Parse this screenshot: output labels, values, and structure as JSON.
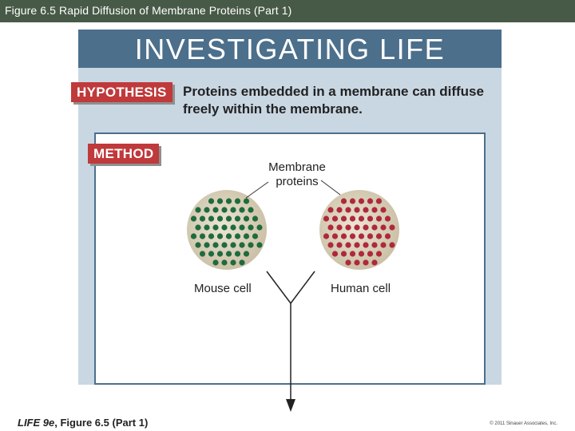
{
  "titlebar": {
    "text": "Figure 6.5  Rapid Diffusion of Membrane Proteins (Part 1)"
  },
  "panel": {
    "title": "INVESTIGATING LIFE",
    "hypothesis_tag": "HYPOTHESIS",
    "hypothesis_text": "Proteins embedded in a membrane can diffuse freely within the membrane.",
    "method_tag": "METHOD"
  },
  "diagram": {
    "label_membrane_proteins_line1": "Membrane",
    "label_membrane_proteins_line2": "proteins",
    "label_mouse_cell": "Mouse cell",
    "label_human_cell": "Human cell"
  },
  "footer": {
    "book": "LIFE 9e",
    "figure": ", Figure 6.5 (Part 1)",
    "copyright": "© 2011 Sinauer Associates, Inc."
  },
  "colors": {
    "titlebar_bg": "#475a47",
    "panel_bg": "#c9d7e3",
    "panel_header": "#4c6f8b",
    "tag_red": "#c0393b",
    "mouse_protein": "#1f6b3d",
    "human_protein": "#b0283b",
    "cell_fill": "#d6cdb6"
  }
}
